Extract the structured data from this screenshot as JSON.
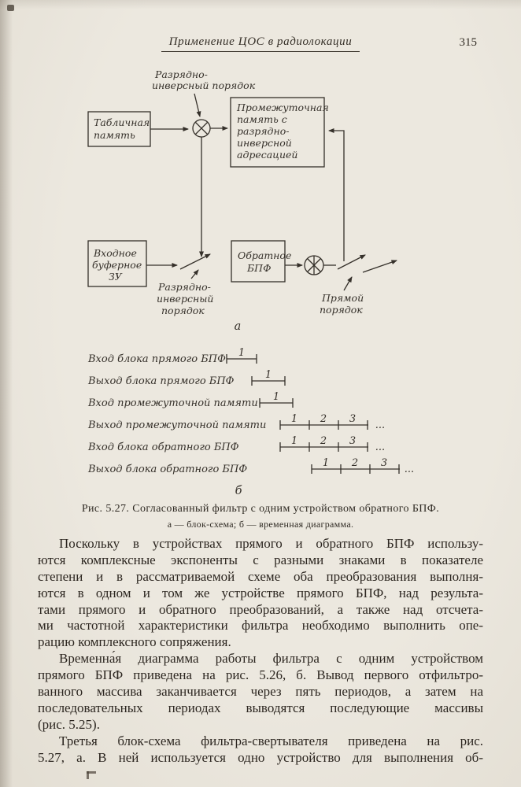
{
  "header": {
    "running_title": "Применение ЦОС в радиолокации",
    "page_number": "315"
  },
  "figure": {
    "blocks": {
      "table_memory": [
        "Табличная",
        "память"
      ],
      "intermediate_memory": [
        "Промежуточная",
        "память с",
        "разрядно-",
        "инверсной",
        "адресацией"
      ],
      "input_buffer": [
        "Входное",
        "буферное",
        "ЗУ"
      ],
      "inverse_fft": [
        "Обратное",
        "БПФ"
      ]
    },
    "labels": {
      "bit_reverse_top": [
        "Разрядно-",
        "инверсный порядок"
      ],
      "bit_reverse_bottom": [
        "Разрядно-",
        "инверсный",
        "порядок"
      ],
      "direct_order": [
        "Прямой",
        "порядок"
      ],
      "part_a": "а",
      "part_b": "б"
    },
    "timing_rows": [
      {
        "label": "Вход блока прямого БПФ",
        "numbers": [
          "1"
        ]
      },
      {
        "label": "Выход блока прямого БПФ",
        "numbers": [
          "1"
        ]
      },
      {
        "label": "Вход промежуточной памяти",
        "numbers": [
          "1"
        ]
      },
      {
        "label": "Выход промежуточной памяти",
        "numbers": [
          "1",
          "2",
          "3"
        ],
        "ellipsis": "..."
      },
      {
        "label": "Вход блока обратного БПФ",
        "numbers": [
          "1",
          "2",
          "3"
        ],
        "ellipsis": "..."
      },
      {
        "label": "Выход блока обратного БПФ",
        "numbers": [
          "1",
          "2",
          "3"
        ],
        "ellipsis": "..."
      }
    ]
  },
  "caption": {
    "title": "Рис. 5.27. Согласованный фильтр с одним устройством обратного БПФ.",
    "subtitle": "а — блок-схема; б — временная диаграмма."
  },
  "paragraphs": [
    {
      "lines": [
        "Поскольку в устройствах прямого и обратного БПФ использу-",
        "ются комплексные экспоненты с разными знаками в показателе",
        "степени и в рассматриваемой схеме оба преобразования выполня-",
        "ются в одном и том же устройстве прямого БПФ, над результа-",
        "тами прямого и обратного преобразований, а также над отсчета-",
        "ми частотной характеристики фильтра необходимо выполнить опе-",
        "рацию комплексного сопряжения."
      ]
    },
    {
      "lines": [
        "Временна́я диаграмма работы фильтра с одним устройством",
        "прямого БПФ приведена на рис. 5.26, б. Вывод первого отфильтро-",
        "ванного массива заканчивается через пять периодов, а затем на",
        "последовательных периодах выводятся последующие массивы",
        "(рис. 5.25)."
      ]
    },
    {
      "lines": [
        "Третья блок-схема фильтра-свертывателя приведена на рис.",
        "5.27, а. В ней используется одно устройство для выполнения об-"
      ]
    }
  ]
}
